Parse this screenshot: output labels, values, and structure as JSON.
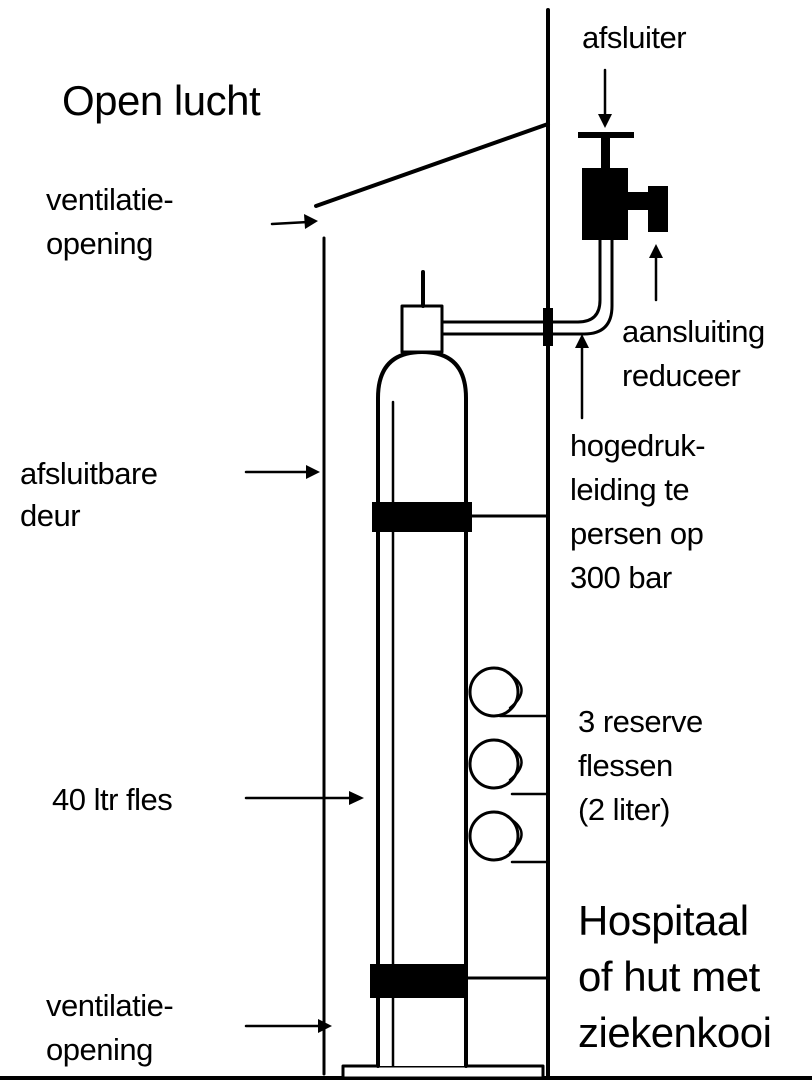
{
  "labels": {
    "open_air": "Open lucht",
    "valve": "afsluiter",
    "ventilation_top_1": "ventilatie-",
    "ventilation_top_2": "opening",
    "regulator_1": "aansluiting",
    "regulator_2": "reduceer",
    "high_pressure_1": "hogedruk-",
    "high_pressure_2": "leiding te",
    "high_pressure_3": "persen op",
    "high_pressure_4": "300 bar",
    "lockable_door_1": "afsluitbare",
    "lockable_door_2": "deur",
    "reserve_1": "3 reserve",
    "reserve_2": "flessen",
    "reserve_3": "(2 liter)",
    "big_bottle": "40 ltr fles",
    "hospital_1": "Hospitaal",
    "hospital_2": "of hut met",
    "hospital_3": "ziekenkooi",
    "ventilation_bottom_1": "ventilatie-",
    "ventilation_bottom_2": "opening"
  },
  "colors": {
    "ink": "#000000",
    "paper": "#ffffff"
  }
}
